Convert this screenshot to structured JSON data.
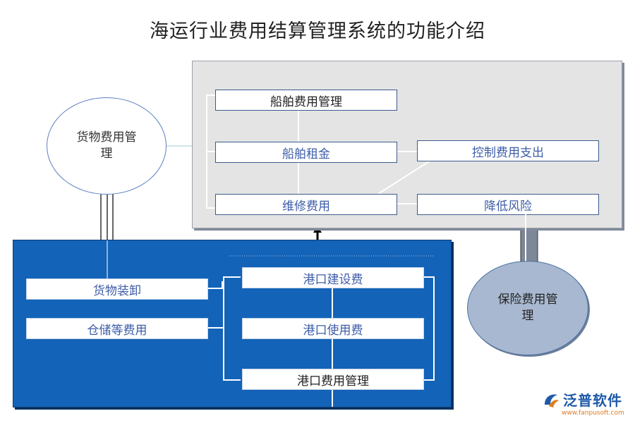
{
  "title": "海运行业费用结算管理系统的功能介绍",
  "cargo_circle": {
    "line1": "货物费用管",
    "line2": "理"
  },
  "insurance_circle": {
    "line1": "保险费用管",
    "line2": "理"
  },
  "top_panel": {
    "ship_cost": "船舶费用管理",
    "ship_rent": "船舶租金",
    "repair": "维修费用",
    "control": "控制费用支出",
    "reduce_risk": "降低风险"
  },
  "port_panel": {
    "cargo_handling": "货物装卸",
    "storage": "仓储等费用",
    "port_construction": "港口建设费",
    "port_usage": "港口使用费",
    "port_management": "港口费用管理"
  },
  "logo": {
    "name": "泛普软件",
    "url": "www.fanpusoft.com"
  },
  "colors": {
    "blue_panel": "#1363b8",
    "grey_panel": "#e4e4e4",
    "accent_text": "#3d5da8"
  }
}
